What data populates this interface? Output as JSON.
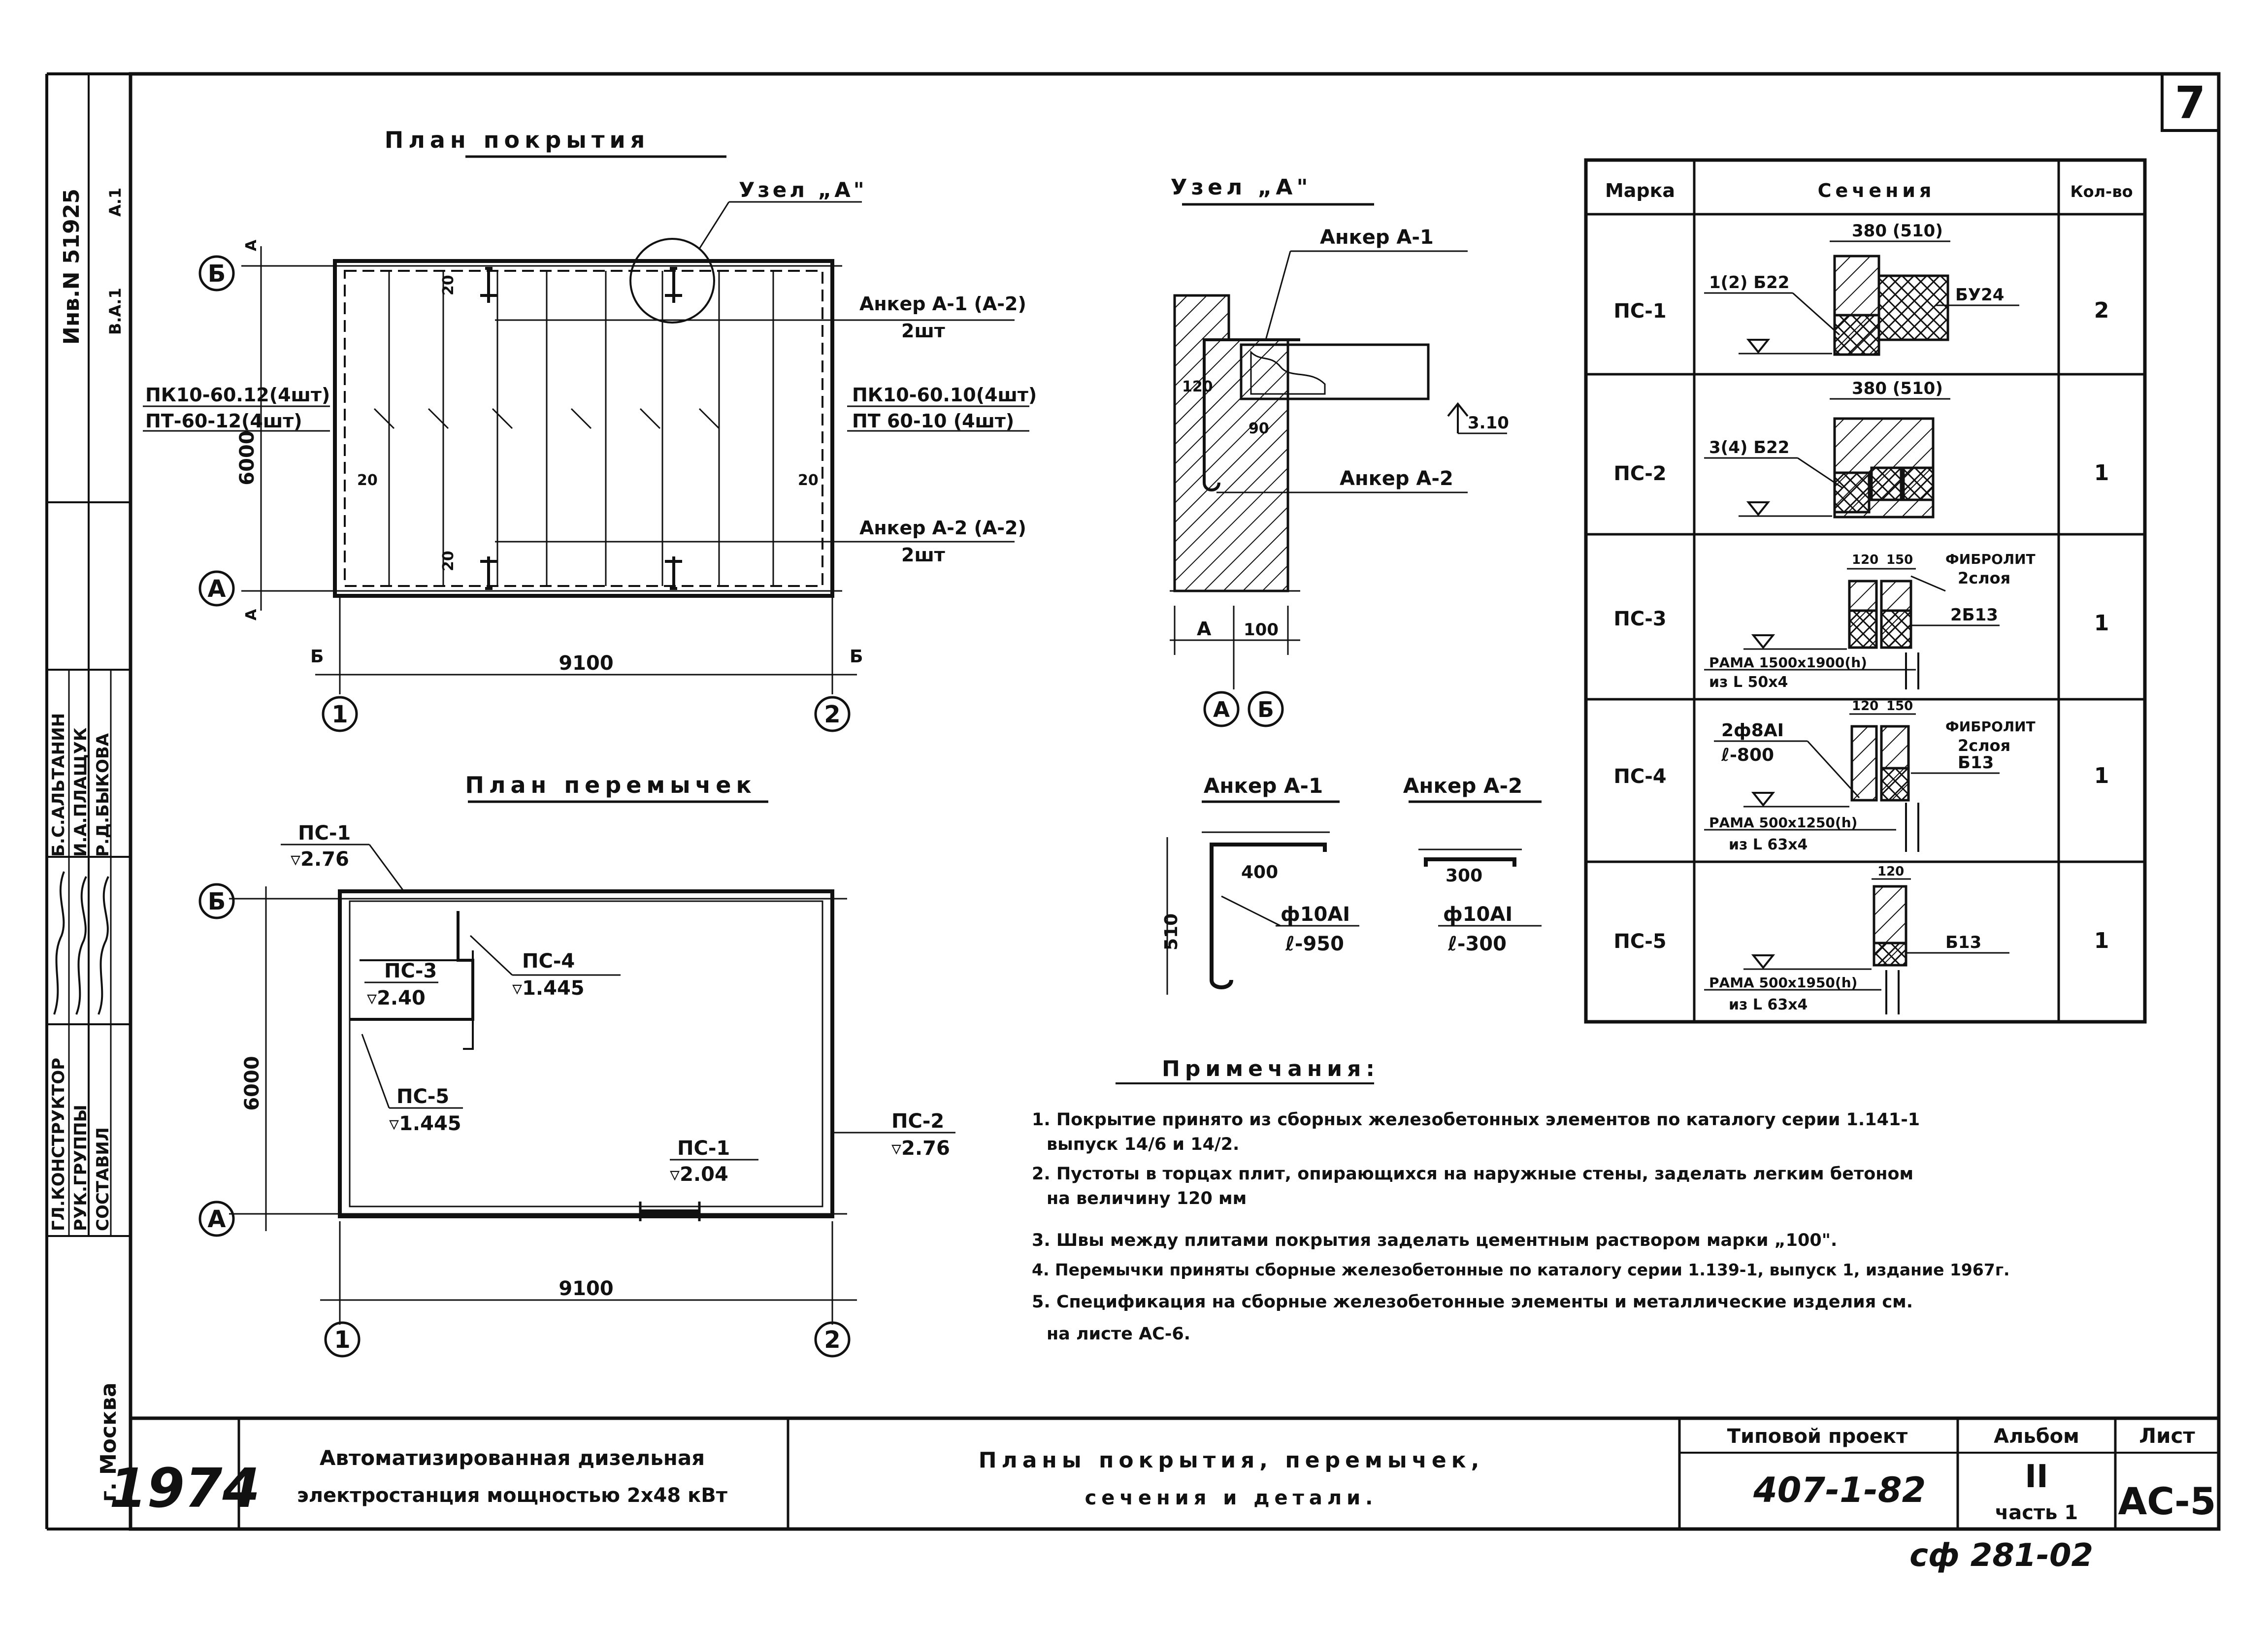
{
  "sheet_number": "7",
  "left_strip": {
    "inv": "Инв.N 51925",
    "a1": "А.1",
    "b_a1": "В.А.1",
    "roles": [
      "ГЛ.КОНСТРУКТОР",
      "РУК.ГРУППЫ",
      "СОСТАВИЛ"
    ],
    "names": [
      "Б.С.АЛЬТАНИН",
      "И.А.ПЛАЩУК",
      "Р.Д.БЫКОВА"
    ],
    "city": "г. Москва"
  },
  "roof_plan": {
    "title": "План покрытия",
    "node_label": "Узел „А\"",
    "axis_b": "Б",
    "axis_a": "А",
    "axis_1": "1",
    "axis_2": "2",
    "dim_width": "9100",
    "dim_height": "6000",
    "dim_20a": "20",
    "dim_20b": "20",
    "dim_20c": "20",
    "dim_20d": "20",
    "left_label_1": "ПК10-60.12(4шт)",
    "left_label_2": "ПТ-60-12(4шт)",
    "right_label_1": "ПК10-60.10(4шт)",
    "right_label_2": "ПТ 60-10 (4шт)",
    "anchor_top": "Анкер А-1 (А-2)",
    "anchor_top_qty": "2шт",
    "anchor_bottom": "Анкер А-2 (А-2)",
    "anchor_bottom_qty": "2шт",
    "cut_b_left": "Б",
    "cut_b_right": "Б",
    "side_a1": "А",
    "side_a2": "А"
  },
  "node_a": {
    "title": "Узел „А\"",
    "anchor1": "Анкер А-1",
    "anchor2": "Анкер А-2",
    "dim_120": "120",
    "dim_90": "90",
    "level": "3.10",
    "dim_a": "А",
    "dim_100": "100",
    "axis_a": "А",
    "axis_b": "Б"
  },
  "anchor_a1": {
    "title": "Анкер А-1",
    "dim_400": "400",
    "dim_510": "510",
    "dia": "ф10АI",
    "len": "ℓ-950"
  },
  "anchor_a2": {
    "title": "Анкер А-2",
    "dim_300": "300",
    "dia": "ф10АI",
    "len": "ℓ-300"
  },
  "lintel_plan": {
    "title": "План перемычек",
    "axis_b": "Б",
    "axis_a": "А",
    "axis_1": "1",
    "axis_2": "2",
    "dim_width": "9100",
    "dim_height": "6000",
    "ps1_top": "ПС-1",
    "ps1_top_lvl": "▿2.76",
    "ps3": "ПС-3",
    "ps3_lvl": "▿2.40",
    "ps4": "ПС-4",
    "ps4_lvl": "▿1.445",
    "ps5": "ПС-5",
    "ps5_lvl": "▿1.445",
    "ps1_bottom": "ПС-1",
    "ps1_bottom_lvl": "▿2.04",
    "ps2": "ПС-2",
    "ps2_lvl": "▿2.76"
  },
  "table": {
    "headers": [
      "Марка",
      "Сечения",
      "Кол-во"
    ],
    "rows": [
      {
        "mark": "ПС-1",
        "qty": "2",
        "notes": [
          "1(2) Б22",
          "380 (510)",
          "БУ24"
        ]
      },
      {
        "mark": "ПС-2",
        "qty": "1",
        "notes": [
          "3(4) Б22",
          "380 (510)"
        ]
      },
      {
        "mark": "ПС-3",
        "qty": "1",
        "notes": [
          "120",
          "150",
          "ФИБРОЛИТ",
          "2слоя",
          "2Б13",
          "РАМА 1500х1900(h)",
          "из L 50х4"
        ]
      },
      {
        "mark": "ПС-4",
        "qty": "1",
        "notes": [
          "2ф8АI",
          "ℓ-800",
          "120",
          "150",
          "ФИБРОЛИТ",
          "2слоя",
          "Б13",
          "РАМА 500х1250(h)",
          "из L 63х4"
        ]
      },
      {
        "mark": "ПС-5",
        "qty": "1",
        "notes": [
          "120",
          "Б13",
          "РАМА 500х1950(h)",
          "из L 63х4"
        ]
      }
    ]
  },
  "notes": {
    "title": "Примечания:",
    "items": [
      "1. Покрытие принято из сборных железобетонных элементов по каталогу серии 1.141-1",
      "выпуск 14/6 и 14/2.",
      "2. Пустоты в торцах плит, опирающихся на наружные стены, заделать легким бетоном",
      "на величину 120 мм",
      "3. Швы между плитами покрытия заделать цементным раствором марки „100\".",
      "4. Перемычки приняты сборные железобетонные по каталогу серии 1.139-1, выпуск 1, издание 1967г.",
      "5. Спецификация на сборные железобетонные элементы и металлические изделия см.",
      "на листе АС-6."
    ]
  },
  "title_block": {
    "year": "1974",
    "desc_1": "Автоматизированная дизельная",
    "desc_2": "электростанция мощностью 2х48 кВт",
    "drawing_1": "Планы покрытия, перемычек,",
    "drawing_2": "сечения и детали.",
    "project_label": "Типовой проект",
    "project_num": "407-1-82",
    "album_label": "Альбом",
    "album_num": "II",
    "part": "часть 1",
    "sheet_label": "Лист",
    "sheet_code": "АС-5",
    "stamp": "сф 281-02"
  }
}
